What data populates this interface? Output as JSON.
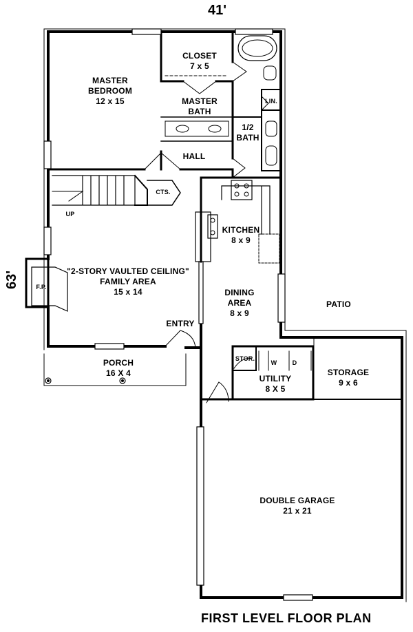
{
  "plan": {
    "title": "FIRST LEVEL FLOOR PLAN",
    "width_dim": "41'",
    "depth_dim": "63'"
  },
  "rooms": {
    "master_bedroom": {
      "name1": "MASTER",
      "name2": "BEDROOM",
      "size": "12 x 15"
    },
    "closet": {
      "name": "CLOSET",
      "size": "7 x 5"
    },
    "master_bath": {
      "name1": "MASTER",
      "name2": "BATH"
    },
    "linen": {
      "name": "LIN."
    },
    "half_bath": {
      "name1": "1/2",
      "name2": "BATH"
    },
    "hall": {
      "name": "HALL"
    },
    "closet_small": {
      "name": "CTS."
    },
    "up": {
      "name": "UP"
    },
    "kitchen": {
      "name": "KITCHEN",
      "size": "8 x 9"
    },
    "family": {
      "name1": "\"2-STORY VAULTED CEILING\"",
      "name2": "FAMILY AREA",
      "size": "15 x 14"
    },
    "fireplace": {
      "name": "F.P."
    },
    "dining": {
      "name1": "DINING",
      "name2": "AREA",
      "size": "8 x 9"
    },
    "patio": {
      "name": "PATIO"
    },
    "entry": {
      "name": "ENTRY"
    },
    "porch": {
      "name": "PORCH",
      "size": "16 X 4"
    },
    "storage": {
      "name": "STORAGE",
      "size": "9 x 6"
    },
    "stor": {
      "name": "STOR."
    },
    "washer": {
      "name": "W"
    },
    "dryer": {
      "name": "D"
    },
    "utility": {
      "name": "UTILITY",
      "size": "8 X 5"
    },
    "garage": {
      "name": "DOUBLE GARAGE",
      "size": "21 x 21"
    }
  }
}
